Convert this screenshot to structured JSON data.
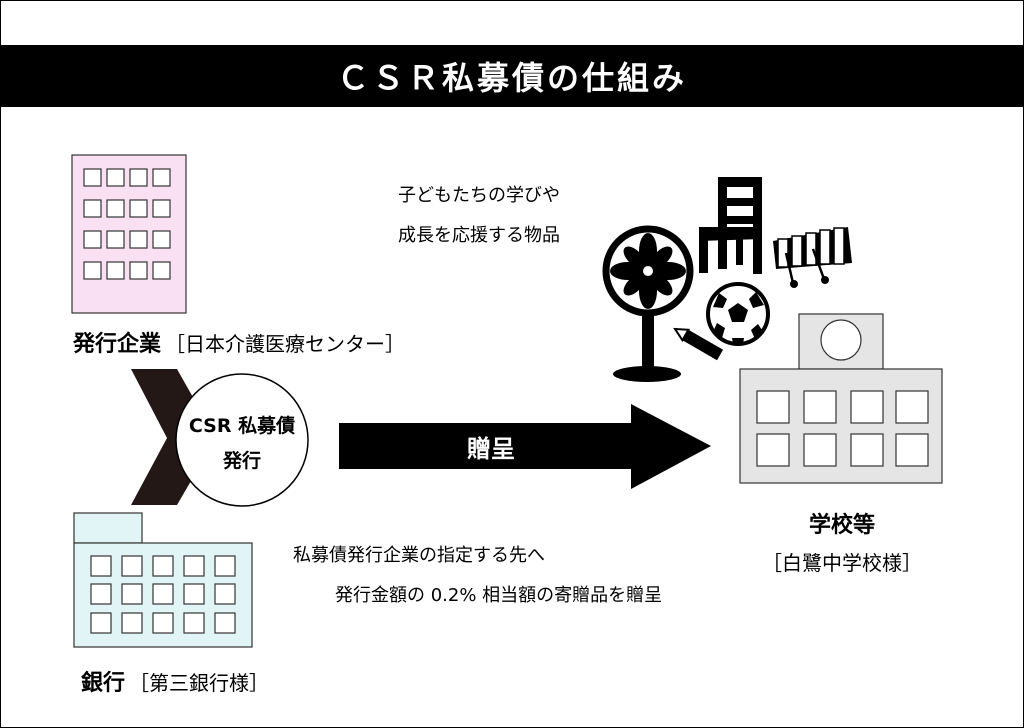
{
  "title": "ＣＳＲ私募債の仕組み",
  "issuer": {
    "name": "発行企業",
    "detail": "［日本介護医療センター］"
  },
  "bank": {
    "name": "銀行",
    "detail": "［第三銀行様］"
  },
  "bond": {
    "line1": "CSR 私募債",
    "line2": "発行"
  },
  "gift_label": "贈呈",
  "items_caption": {
    "line1": "子どもたちの学びや",
    "line2": "成長を応援する物品"
  },
  "school": {
    "name": "学校等",
    "detail": "［白鷺中学校様］"
  },
  "description": {
    "line1": "私募債発行企業の指定する先へ",
    "line2": "発行金額の 0.2% 相当額の寄贈品を贈呈"
  },
  "colors": {
    "issuer_building": "#f9e0f3",
    "bank_building": "#e2f5f6",
    "school_building": "#e5e5e5",
    "title_bar": "#000000",
    "arrow": "#000000",
    "chevron": "#231815"
  },
  "icons": [
    "office-building-icon",
    "bank-building-icon",
    "school-building-icon",
    "fan-icon",
    "chair-icon",
    "xylophone-icon",
    "soccer-ball-icon",
    "pencil-icon"
  ]
}
